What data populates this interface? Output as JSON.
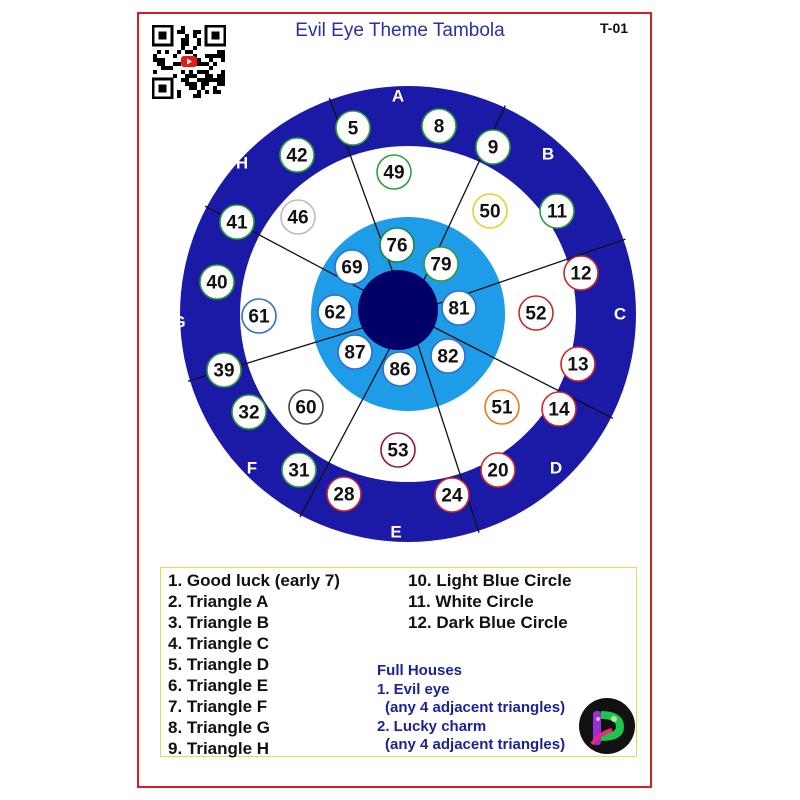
{
  "header": {
    "title": "Evil Eye Theme Tambola",
    "ticket_code": "T-01"
  },
  "colors": {
    "frame_border": "#d11f26",
    "dark_blue": "#1a1aa6",
    "light_blue": "#1e9ce8",
    "pupil": "#000066",
    "white": "#ffffff",
    "legend_border": "#e6d94a",
    "full_house_text": "#1d2396"
  },
  "board": {
    "sector_labels": [
      "A",
      "B",
      "C",
      "D",
      "E",
      "F",
      "G",
      "H"
    ],
    "outer_ring": [
      {
        "number": "5",
        "ring_color": "#2e9e3a"
      },
      {
        "number": "8",
        "ring_color": "#2e9e3a"
      },
      {
        "number": "9",
        "ring_color": "#2e9e3a"
      },
      {
        "number": "11",
        "ring_color": "#2e9e3a"
      },
      {
        "number": "12",
        "ring_color": "#c92a2a"
      },
      {
        "number": "13",
        "ring_color": "#c92a2a"
      },
      {
        "number": "14",
        "ring_color": "#c92a2a"
      },
      {
        "number": "20",
        "ring_color": "#c92a2a"
      },
      {
        "number": "24",
        "ring_color": "#c92a2a"
      },
      {
        "number": "28",
        "ring_color": "#c92a2a"
      },
      {
        "number": "31",
        "ring_color": "#2e9e3a"
      },
      {
        "number": "32",
        "ring_color": "#2e9e3a"
      },
      {
        "number": "39",
        "ring_color": "#2e9e3a"
      },
      {
        "number": "40",
        "ring_color": "#2e9e3a"
      },
      {
        "number": "41",
        "ring_color": "#2e9e3a"
      },
      {
        "number": "42",
        "ring_color": "#2e9e3a"
      }
    ],
    "white_ring": [
      {
        "number": "49",
        "ring_color": "#2e9e3a"
      },
      {
        "number": "50",
        "ring_color": "#e0d321"
      },
      {
        "number": "52",
        "ring_color": "#c92a2a"
      },
      {
        "number": "51",
        "ring_color": "#e07a1c"
      },
      {
        "number": "53",
        "ring_color": "#8a1a3a"
      },
      {
        "number": "60",
        "ring_color": "#444444"
      },
      {
        "number": "61",
        "ring_color": "#2d6fd0"
      },
      {
        "number": "46",
        "ring_color": "#bbbbbb"
      }
    ],
    "light_blue_ring": [
      {
        "number": "76",
        "ring_color": "#1a8a3a"
      },
      {
        "number": "79",
        "ring_color": "#2e9e3a"
      },
      {
        "number": "81",
        "ring_color": "#2d6fd0"
      },
      {
        "number": "82",
        "ring_color": "#2d6fd0"
      },
      {
        "number": "86",
        "ring_color": "#2d6fd0"
      },
      {
        "number": "87",
        "ring_color": "#2d6fd0"
      },
      {
        "number": "62",
        "ring_color": "#2d6fd0"
      },
      {
        "number": "69",
        "ring_color": "#2d6fd0"
      }
    ]
  },
  "prizes_left": [
    "1. Good luck (early 7)",
    "2. Triangle A",
    "3. Triangle B",
    "4. Triangle C",
    "5. Triangle D",
    "6. Triangle E",
    "7. Triangle F",
    "8. Triangle G",
    "9. Triangle H"
  ],
  "prizes_right": [
    "10. Light Blue Circle",
    "11. White Circle",
    "12. Dark Blue Circle"
  ],
  "full_houses": {
    "title": "Full Houses",
    "lines": [
      "1. Evil eye",
      "(any 4 adjacent triangles)",
      "2. Lucky charm",
      "(any 4 adjacent triangles)"
    ]
  }
}
